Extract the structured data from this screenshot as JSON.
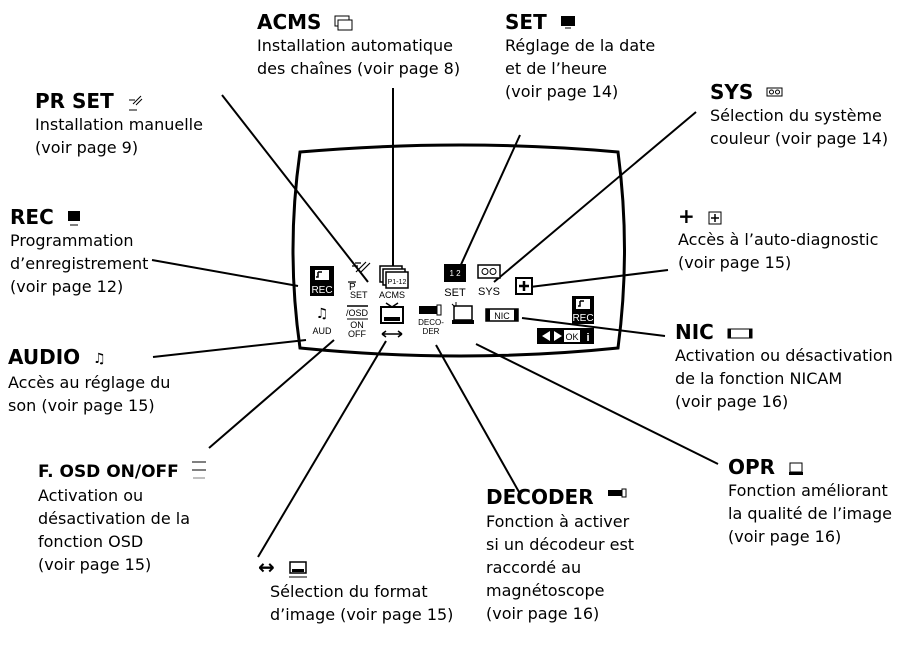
{
  "callouts": {
    "acms": {
      "title": "ACMS",
      "icon": "acms-icon",
      "desc": "Installation automatique\ndes chaînes (voir page 8)"
    },
    "set": {
      "title": "SET",
      "icon": "clock-icon",
      "desc": "Réglage de la date\net de l’heure\n(voir page 14)"
    },
    "prset": {
      "title": "PR SET",
      "icon": "antenna-icon",
      "desc": "Installation manuelle\n(voir page 9)"
    },
    "sys": {
      "title": "SYS",
      "icon": "tape-icon",
      "desc": "Sélection du système\ncouleur (voir page 14)"
    },
    "rec": {
      "title": "REC",
      "icon": "record-icon",
      "desc": "Programmation\nd’enregistrement\n(voir page 12)"
    },
    "diag": {
      "title": "+",
      "icon": "plus-box-icon",
      "desc": "Accès à l’auto-diagnostic\n(voir page 15)"
    },
    "audio": {
      "title": "AUDIO",
      "icon": "music-icon",
      "desc": "Accès au réglage du\nson (voir page 15)"
    },
    "nic": {
      "title": "NIC",
      "icon": "nicam-icon",
      "desc": "Activation ou désactivation\nde la fonction NICAM\n(voir page 16)"
    },
    "osd": {
      "title": "F. OSD ON/OFF",
      "icon": "osd-icon",
      "desc": "Activation ou\ndésactivation de la\nfonction OSD\n(voir page 15)"
    },
    "opr": {
      "title": "OPR",
      "icon": "opr-icon",
      "desc": "Fonction améliorant\nla qualité de l’image\n(voir page 16)"
    },
    "format": {
      "title": "↔",
      "icon": "tv-format-icon",
      "desc": "Sélection du format\nd’image (voir page 15)"
    },
    "decoder": {
      "title": "DECODER",
      "icon": "decoder-icon",
      "desc": "Fonction à activer\nsi un décodeur est\nraccordé au\nmagnétoscope\n(voir page 16)"
    }
  },
  "icon_labels": {
    "rec": "REC",
    "set": "SET",
    "pset_top": "P",
    "pset_bottom": "SET",
    "acms_top": "P1-12",
    "acms": "ACMS",
    "sys": "SYS",
    "aud": "AUD",
    "osd": "/OSD",
    "on": "ON",
    "off": "OFF",
    "deco": "DECO-",
    "der": "DER",
    "nic": "NIC",
    "ok": "OK",
    "info": "i",
    "clock_digits": "1 2"
  }
}
